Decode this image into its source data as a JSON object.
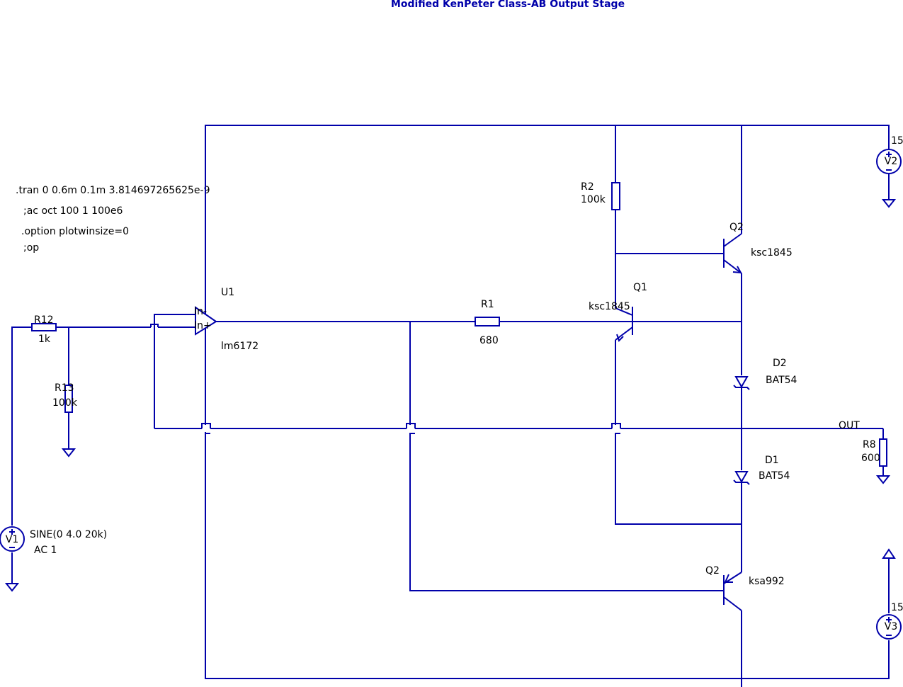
{
  "title": "Modified KenPeter Class-AB Output Stage",
  "directives": [
    ".tran 0 0.6m 0.1m 3.814697265625e-9",
    ";ac oct 100 1 100e6",
    ".option plotwinsize=0",
    ";op"
  ],
  "components": {
    "r12": {
      "name": "R12",
      "value": "1k"
    },
    "r13": {
      "name": "R13",
      "value": "100k"
    },
    "r1": {
      "name": "R1",
      "value": "680"
    },
    "r2": {
      "name": "R2",
      "value": "100k"
    },
    "r8": {
      "name": "R8",
      "value": "600"
    },
    "u1": {
      "name": "U1",
      "value": "lm6172",
      "pin_inv": "In-",
      "pin_noninv": "In+"
    },
    "q1": {
      "name": "Q1",
      "value": "ksc1845"
    },
    "q2_top": {
      "name": "Q2",
      "value": "ksc1845"
    },
    "q2_bot": {
      "name": "Q2",
      "value": "ksa992"
    },
    "d1": {
      "name": "D1",
      "value": "BAT54"
    },
    "d2": {
      "name": "D2",
      "value": "BAT54"
    },
    "v1": {
      "name": "V1",
      "value_line1": "SINE(0 4.0 20k)",
      "value_line2": "AC 1"
    },
    "v2": {
      "name": "V2",
      "value": "15"
    },
    "v3": {
      "name": "V3",
      "value": "15"
    }
  },
  "net_labels": {
    "out": "OUT"
  },
  "colors": {
    "wire": "#0000aa",
    "text": "#000000",
    "title": "#0000aa",
    "background": "#ffffff"
  }
}
